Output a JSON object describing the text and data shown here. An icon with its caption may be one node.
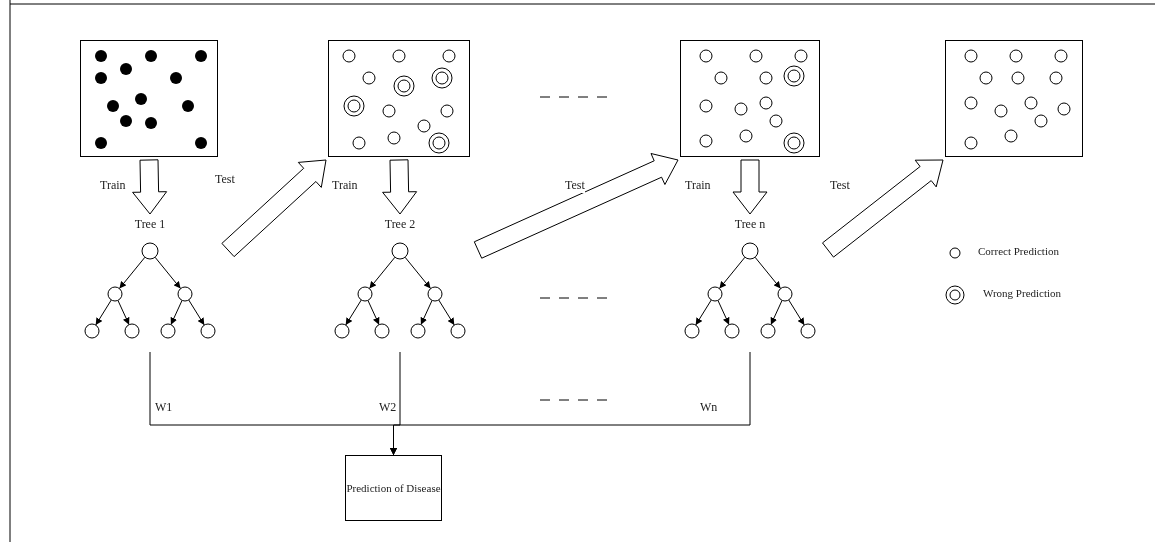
{
  "diagram": {
    "nodes": [
      {
        "text": [],
        "shape": "box"
      },
      {
        "text": [
          "Tree 1"
        ]
      },
      {
        "text": [],
        "shape": "box"
      },
      {
        "text": [
          "Tree 2"
        ]
      },
      {
        "text": [],
        "shape": "box"
      },
      {
        "text": [
          "Tree n"
        ]
      },
      {
        "text": [],
        "shape": "box"
      },
      {
        "text": [
          "Prediction of Disease"
        ]
      }
    ],
    "edges": [
      {
        "from": 0,
        "to": 1,
        "arrow": "to",
        "label": "Train",
        "style": "thick"
      },
      {
        "from": 1,
        "to": 2,
        "arrow": "to",
        "label": "Test",
        "style": "thick"
      },
      {
        "from": 2,
        "to": 3,
        "arrow": "to",
        "label": "Train",
        "style": "thick"
      },
      {
        "from": 3,
        "to": 4,
        "arrow": "to",
        "label": "Test",
        "style": "thick"
      },
      {
        "from": 4,
        "to": 5,
        "arrow": "to",
        "label": "Train",
        "style": "thick"
      },
      {
        "from": 5,
        "to": 6,
        "arrow": "to",
        "label": "Test",
        "style": "thick"
      },
      {
        "from": 1,
        "to": 7,
        "arrow": "to",
        "label": "W1"
      },
      {
        "from": 3,
        "to": 7,
        "arrow": "to",
        "label": "W2"
      },
      {
        "from": 5,
        "to": 7,
        "arrow": "to",
        "label": "Wn"
      }
    ],
    "legend": [
      {
        "text": "Correct Prediction"
      },
      {
        "text": "Wrong Prediction"
      }
    ]
  }
}
